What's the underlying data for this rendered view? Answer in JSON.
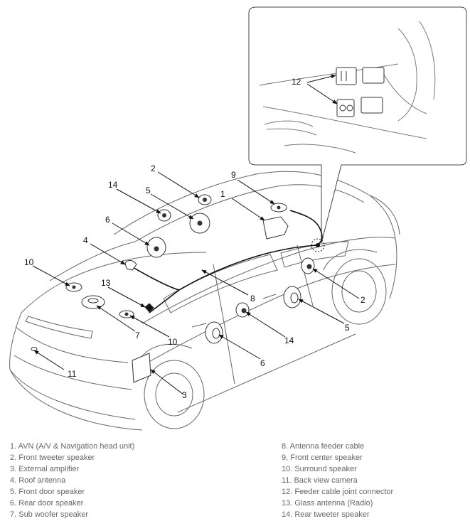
{
  "callouts": {
    "c1": "1",
    "c2a": "2",
    "c2b": "2",
    "c3": "3",
    "c4": "4",
    "c5a": "5",
    "c5b": "5",
    "c6a": "6",
    "c6b": "6",
    "c7": "7",
    "c8": "8",
    "c9": "9",
    "c10a": "10",
    "c10b": "10",
    "c11": "11",
    "c12": "12",
    "c13": "13",
    "c14a": "14",
    "c14b": "14"
  },
  "legend_left": [
    "1. AVN (A/V & Navigation head unit)",
    "2. Front tweeter speaker",
    "3. External amplifier",
    "4. Roof antenna",
    "5. Front door speaker",
    "6. Rear door speaker",
    "7. Sub woofer speaker"
  ],
  "legend_right": [
    "8. Antenna feeder cable",
    "9. Front center speaker",
    "10. Surround speaker",
    "11. Back view camera",
    "12. Feeder cable joint connector",
    "13. Glass antenna (Radio)",
    "14. Rear tweeter speaker"
  ]
}
